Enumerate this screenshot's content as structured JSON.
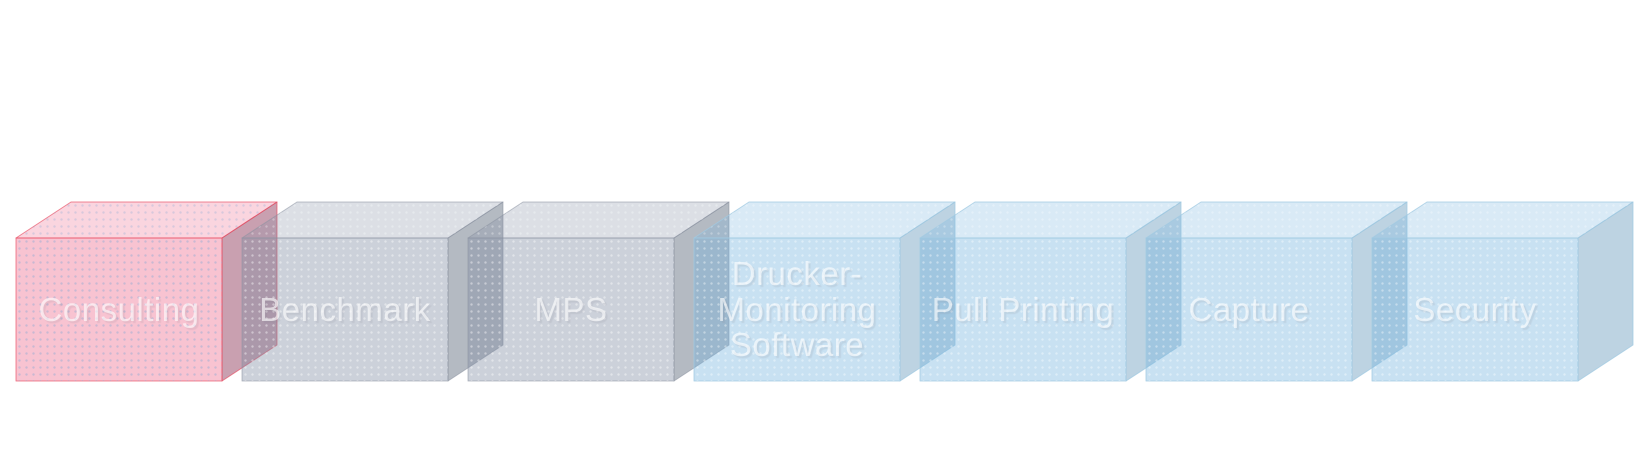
{
  "figure": {
    "title": "",
    "background_color": "#ffffff",
    "label_text_color": "rgba(255,255,255,0.62)",
    "themes": {
      "pink": {
        "front_fill": "#ee698c",
        "front_opacity": 0.4,
        "top_fill": "#ee698c",
        "top_opacity": 0.28,
        "side_fill": "#9d526f",
        "side_opacity": 0.55,
        "edge_color": "#e84a5f",
        "edge_opacity": 0.65,
        "dot_color": "rgba(125,165,210,0.7)"
      },
      "gray": {
        "front_fill": "#808ca3",
        "front_opacity": 0.4,
        "top_fill": "#808ca3",
        "top_opacity": 0.28,
        "side_fill": "#778290",
        "side_opacity": 0.55,
        "edge_color": "#8a92a0",
        "edge_opacity": 0.55,
        "dot_color": "rgba(255,255,255,0.75)"
      },
      "blue": {
        "front_fill": "#76b4df",
        "front_opacity": 0.4,
        "top_fill": "#76b4df",
        "top_opacity": 0.28,
        "side_fill": "#87afca",
        "side_opacity": 0.55,
        "edge_color": "#a0c9e2",
        "edge_opacity": 0.75,
        "dot_color": "rgba(255,255,255,0.7)"
      }
    },
    "boxes": [
      {
        "label": "Consulting",
        "theme": "pink"
      },
      {
        "label": "Benchmark",
        "theme": "gray"
      },
      {
        "label": "MPS",
        "theme": "gray"
      },
      {
        "label": "Drucker-\nMonitoring\nSoftware",
        "theme": "blue"
      },
      {
        "label": "Pull Printing",
        "theme": "blue"
      },
      {
        "label": "Capture",
        "theme": "blue"
      },
      {
        "label": "Security",
        "theme": "blue"
      }
    ]
  }
}
